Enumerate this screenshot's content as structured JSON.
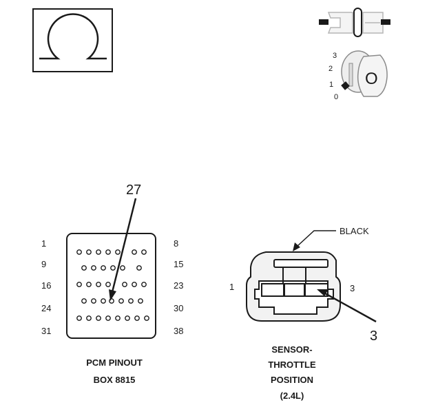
{
  "symbols": {
    "ohmmeter_icon": "ohm-symbol",
    "ignition_switch_icon": "ignition-key",
    "key_positions": [
      "3",
      "2",
      "1",
      "0"
    ],
    "key_letter": "O"
  },
  "pcm_connector": {
    "callout": "27",
    "row_labels_left": [
      "1",
      "9",
      "16",
      "24",
      "31"
    ],
    "row_labels_right": [
      "8",
      "15",
      "23",
      "30",
      "38"
    ],
    "caption_lines": [
      "PCM PINOUT",
      "BOX 8815"
    ]
  },
  "tps_connector": {
    "wire_color_label": "BLACK",
    "pin_left": "1",
    "pin_right": "3",
    "callout": "3",
    "caption_lines": [
      "SENSOR-",
      "THROTTLE",
      "POSITION",
      "(2.4L)"
    ]
  },
  "colors": {
    "line": "#1a1a1a",
    "background": "#ffffff",
    "connector_fill": "#f2f2f2"
  }
}
